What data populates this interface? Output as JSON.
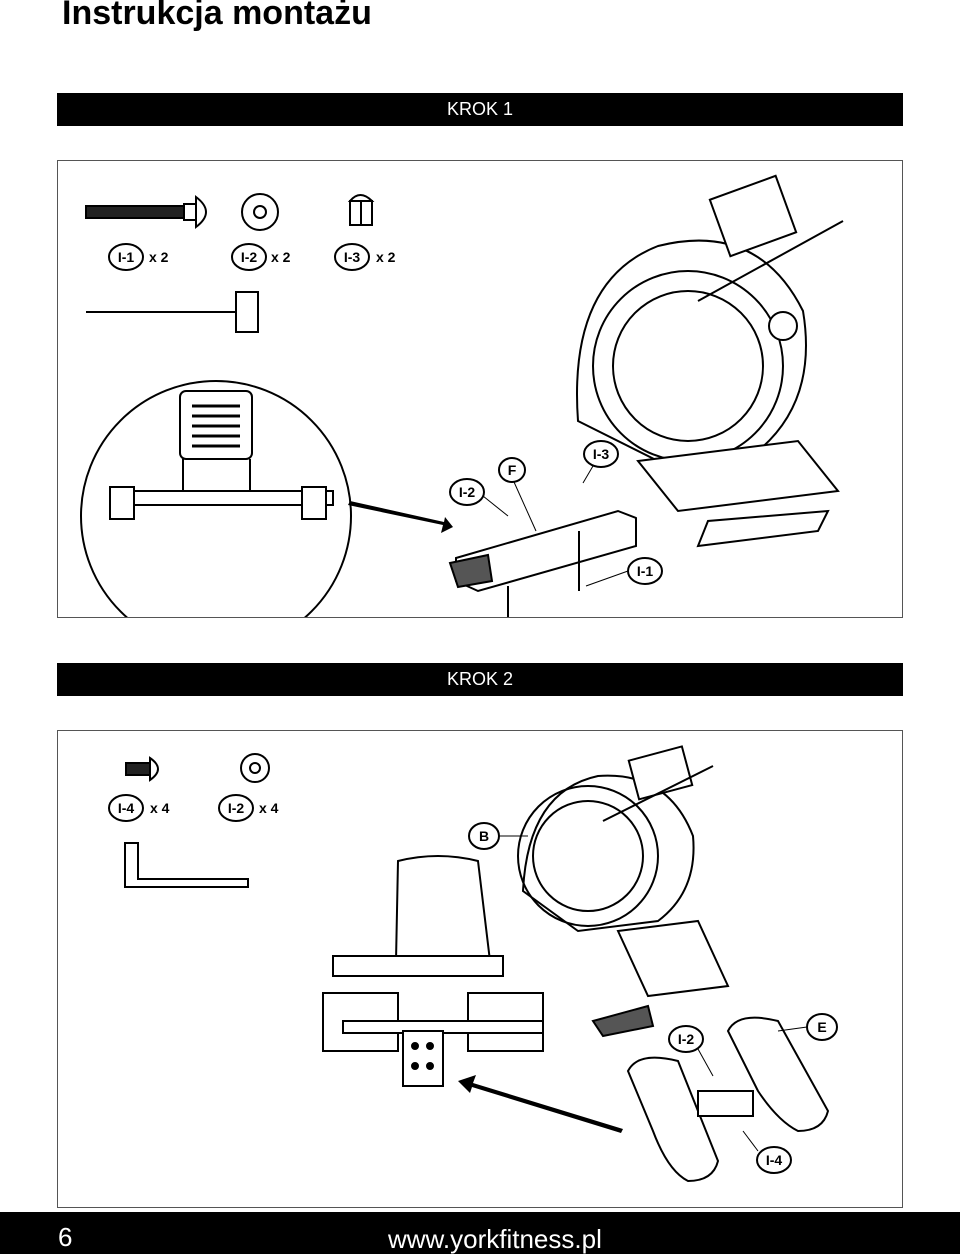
{
  "page": {
    "title": "Instrukcja montażu",
    "page_number": "6",
    "website": "www.yorkfitness.pl"
  },
  "step1": {
    "header": "KROK 1",
    "parts": [
      {
        "id": "I-1",
        "qty": "x 2"
      },
      {
        "id": "I-2",
        "qty": "x 2"
      },
      {
        "id": "I-3",
        "qty": "x 2"
      }
    ],
    "callouts": {
      "washer": "I-2",
      "frame": "F",
      "nut": "I-3",
      "bolt": "I-1"
    }
  },
  "step2": {
    "header": "KROK 2",
    "parts": [
      {
        "id": "I-4",
        "qty": "x 4"
      },
      {
        "id": "I-2",
        "qty": "x 4"
      }
    ],
    "callouts": {
      "rail": "B",
      "washer": "I-2",
      "pedal": "E",
      "bolt": "I-4"
    }
  }
}
